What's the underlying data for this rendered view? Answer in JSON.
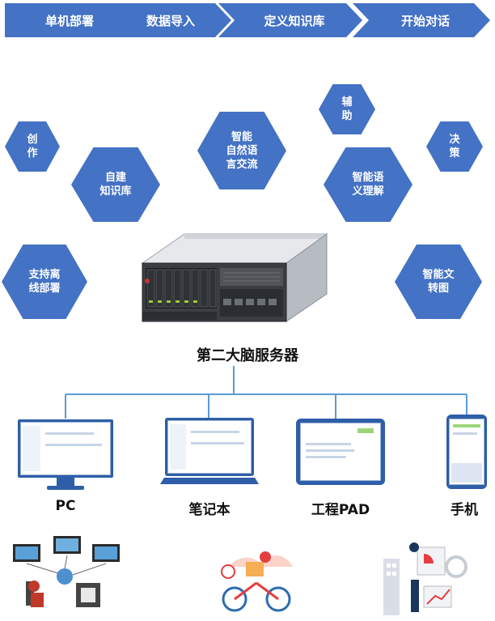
{
  "steps": [
    "单机部署",
    "数据导入",
    "定义知识库",
    "开始对话"
  ],
  "features": {
    "create": "创\n作",
    "kb": "自建\n知识库",
    "nlp": "智能\n自然语\n言交流",
    "assist": "辅\n助",
    "semantic": "智能语\n义理解",
    "decision": "决\n策",
    "offline": "支持离\n线部署",
    "text2img": "智能文\n转图"
  },
  "server_title": "第二大脑服务器",
  "devices": [
    "PC",
    "笔记本",
    "工程PAD",
    "手机"
  ],
  "colors": {
    "primary": "#4472c4",
    "line": "#5b9bd5"
  }
}
